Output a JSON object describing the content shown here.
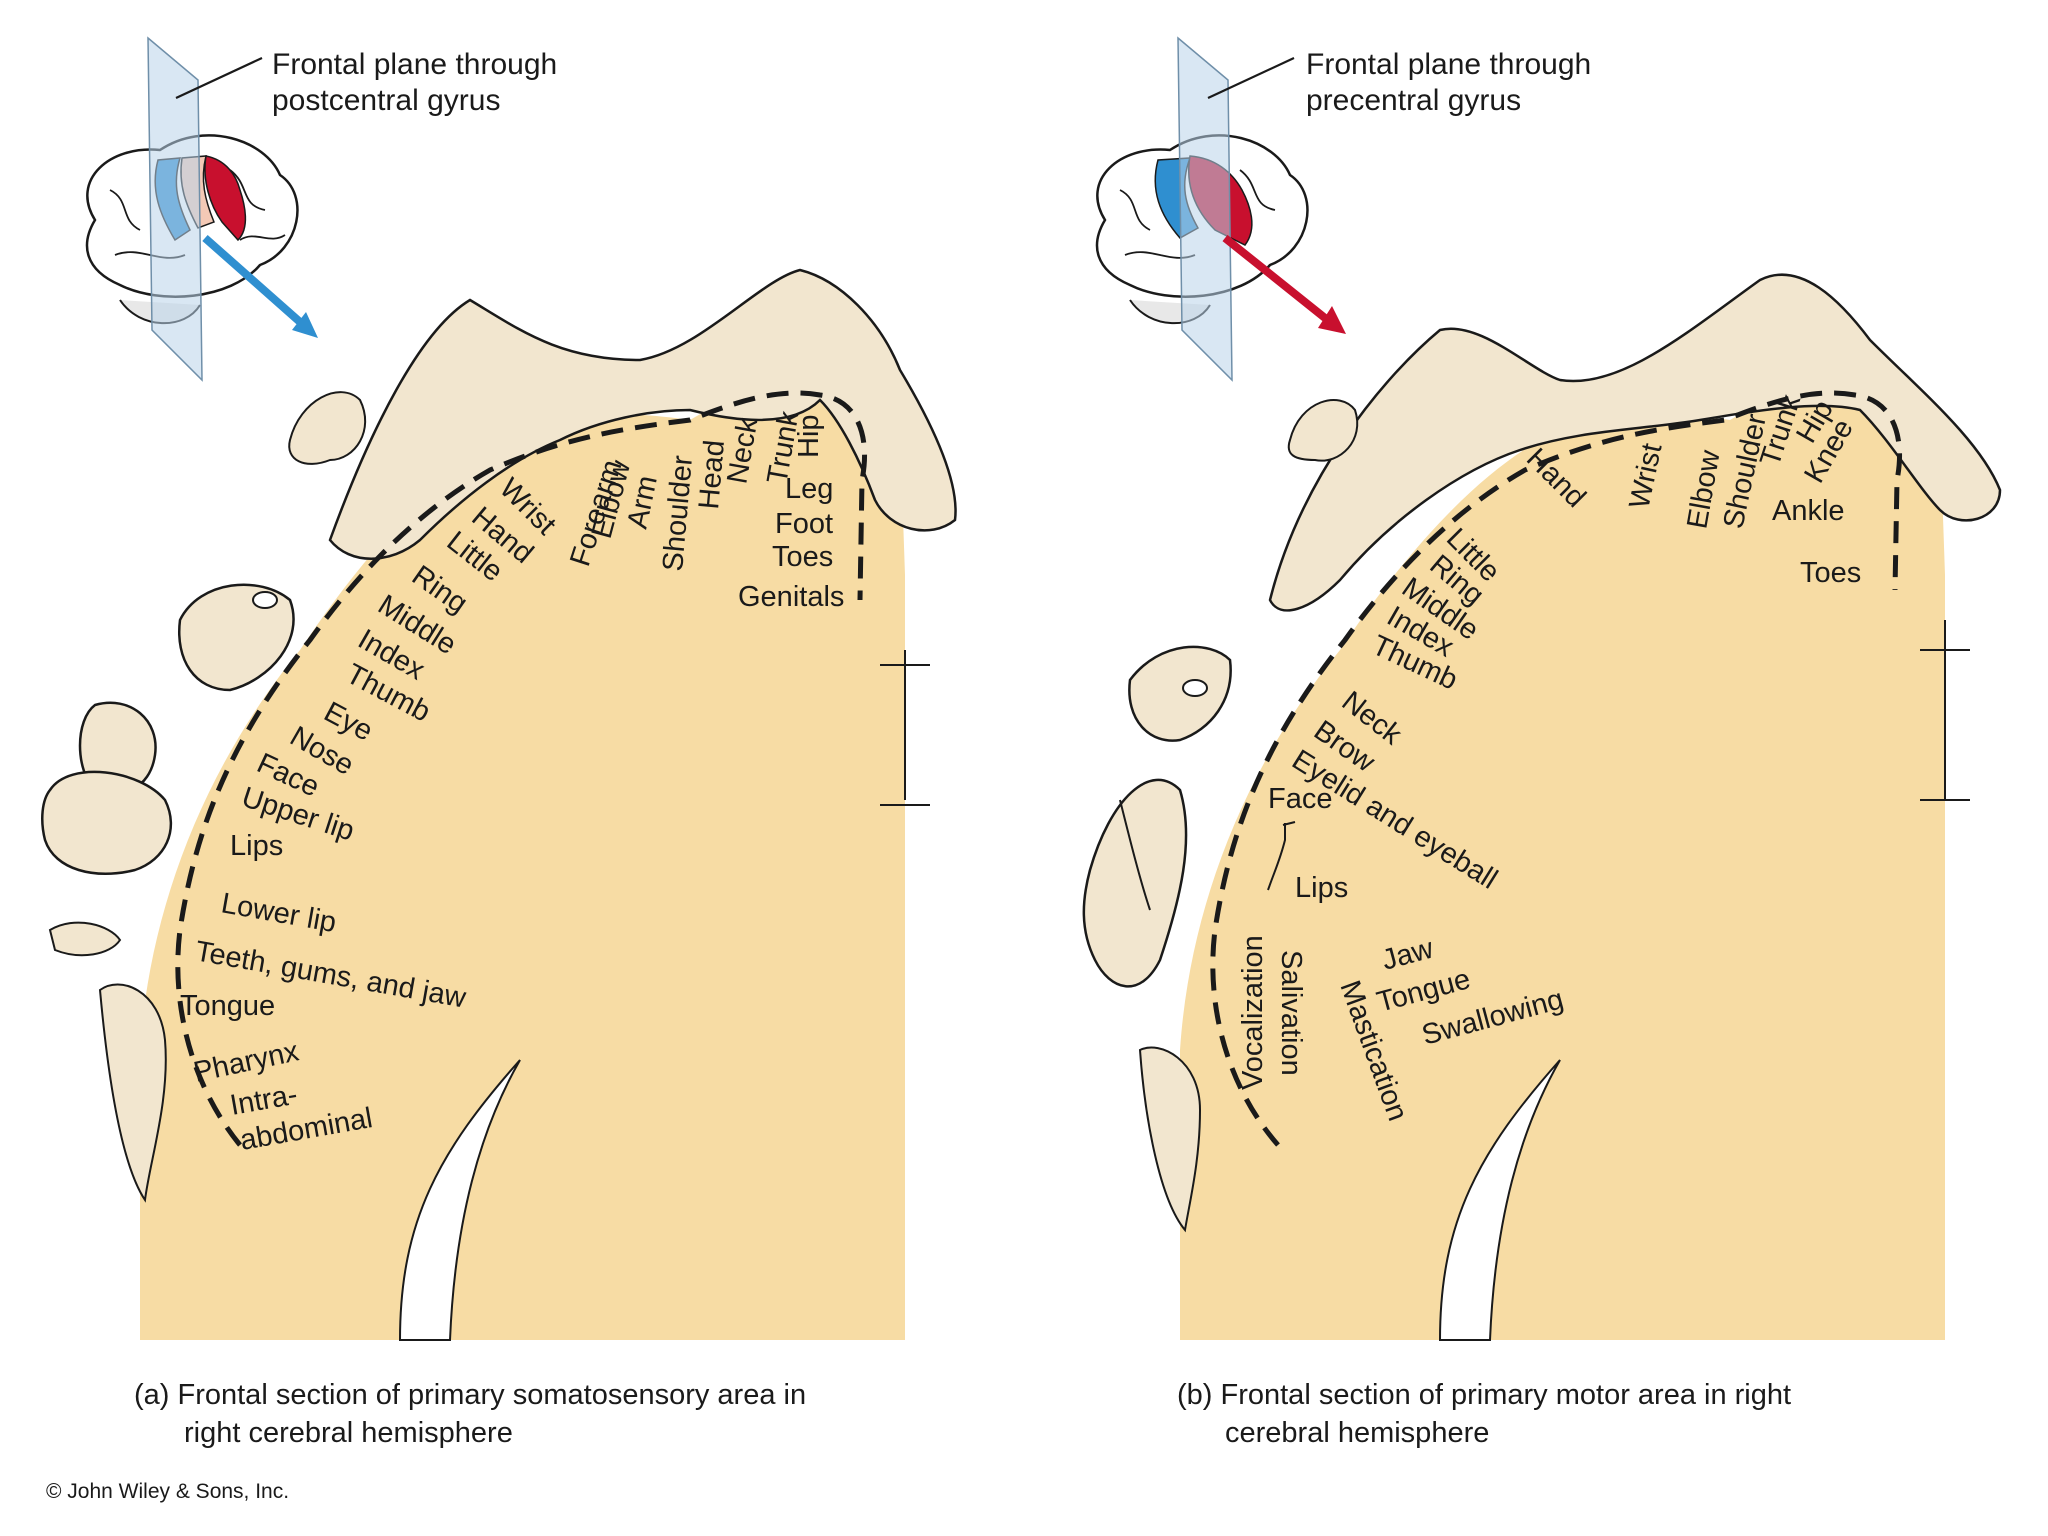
{
  "panel_a": {
    "plane_label": [
      "Frontal plane through",
      "postcentral gyrus"
    ],
    "caption": [
      "(a) Frontal section of primary somatosensory area in",
      "right cerebral hemisphere"
    ],
    "region_color": "#2f8fd0",
    "labels": [
      "Genitals",
      "Toes",
      "Foot",
      "Leg",
      "Hip",
      "Trunk",
      "Neck",
      "Head",
      "Shoulder",
      "Arm",
      "Elbow",
      "Forearm",
      "Wrist",
      "Hand",
      "Little",
      "Ring",
      "Middle",
      "Index",
      "Thumb",
      "Eye",
      "Nose",
      "Face",
      "Upper lip",
      "Lips",
      "Lower lip",
      "Teeth, gums, and jaw",
      "Tongue",
      "Pharynx",
      "Intra-",
      "abdominal"
    ]
  },
  "panel_b": {
    "plane_label": [
      "Frontal plane through",
      "precentral gyrus"
    ],
    "caption": [
      "(b) Frontal section of primary motor area in right",
      "cerebral hemisphere"
    ],
    "region_color": "#c8102e",
    "labels": [
      "Toes",
      "Ankle",
      "Knee",
      "Hip",
      "Trunk",
      "Shoulder",
      "Elbow",
      "Wrist",
      "Hand",
      "Little",
      "Ring",
      "Middle",
      "Index",
      "Thumb",
      "Neck",
      "Brow",
      "Eyelid and eyeball",
      "Face",
      "Lips",
      "Jaw",
      "Tongue",
      "Swallowing",
      "Vocalization",
      "Salivation",
      "Mastication"
    ]
  },
  "copyright": "© John Wiley & Sons, Inc.",
  "colors": {
    "cortex": "#f7dca4",
    "homunculus": "#f2e6cf",
    "outline": "#1a1a1a",
    "plane": "#b9d3ea"
  }
}
